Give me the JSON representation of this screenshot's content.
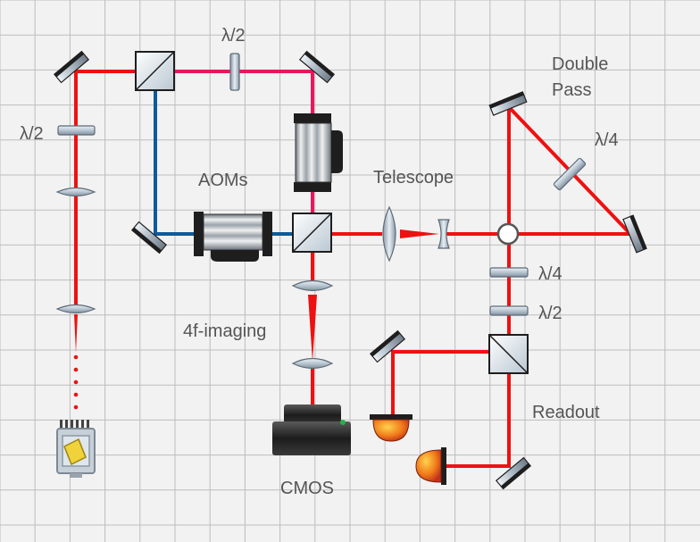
{
  "labels": {
    "lambda2_top": "λ/2",
    "lambda2_left": "λ/2",
    "aoms": "AOMs",
    "telescope": "Telescope",
    "double_pass_line1": "Double",
    "double_pass_line2": "Pass",
    "lambda4_upper": "λ/4",
    "lambda4_lower": "λ/4",
    "lambda2_lower": "λ/2",
    "imaging": "4f-imaging",
    "readout": "Readout",
    "cmos": "CMOS"
  },
  "colors": {
    "background": "#f2f2f2",
    "grid": "#bdbdbd",
    "beam_red": "#ee1111",
    "beam_pink": "#e8175d",
    "beam_blue": "#0c5a9c",
    "label_text": "#555555"
  }
}
